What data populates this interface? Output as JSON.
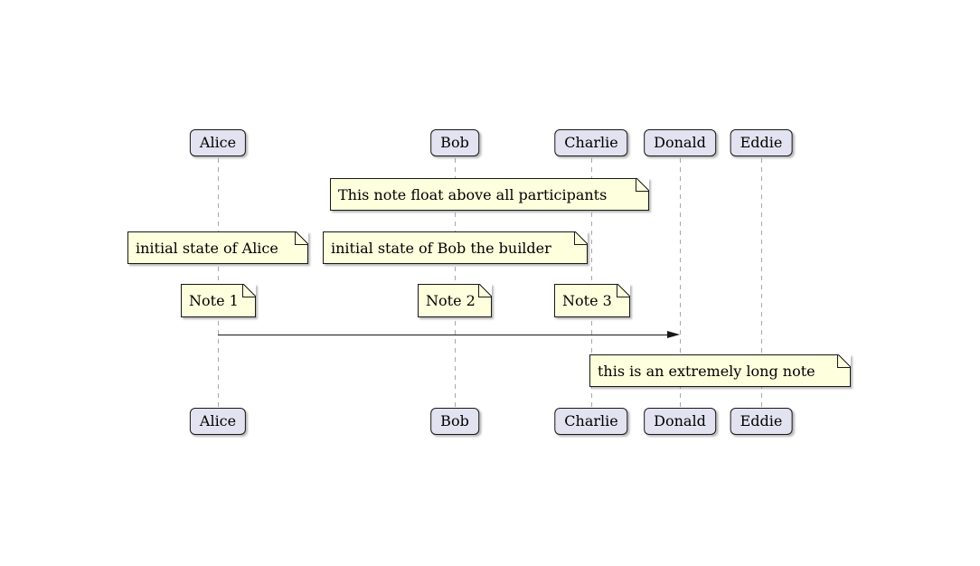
{
  "diagram": {
    "kind": "sequence-diagram",
    "colors": {
      "participant_fill": "#E2E2F0",
      "participant_border": "#181818",
      "note_fill": "#FEFFDD",
      "note_border": "#181818",
      "lifeline": "#A8A8A8",
      "arrow": "#181818",
      "background": "#FFFFFF"
    }
  },
  "participants": [
    {
      "name": "Alice"
    },
    {
      "name": "Bob"
    },
    {
      "name": "Charlie"
    },
    {
      "name": "Donald"
    },
    {
      "name": "Eddie"
    }
  ],
  "notes": [
    {
      "text": "This note float above all participants",
      "over": "Bob, Charlie"
    },
    {
      "text": "initial state of Alice",
      "over": "Alice"
    },
    {
      "text": "initial state of Bob the builder",
      "over": "Bob"
    },
    {
      "text": "Note 1",
      "over": "Alice"
    },
    {
      "text": "Note 2",
      "over": "Bob"
    },
    {
      "text": "Note 3",
      "over": "Charlie"
    },
    {
      "text": "this is an extremely long note",
      "over": "Donald, Eddie"
    }
  ],
  "messages": [
    {
      "from": "Alice",
      "to": "Donald",
      "label": ""
    }
  ]
}
